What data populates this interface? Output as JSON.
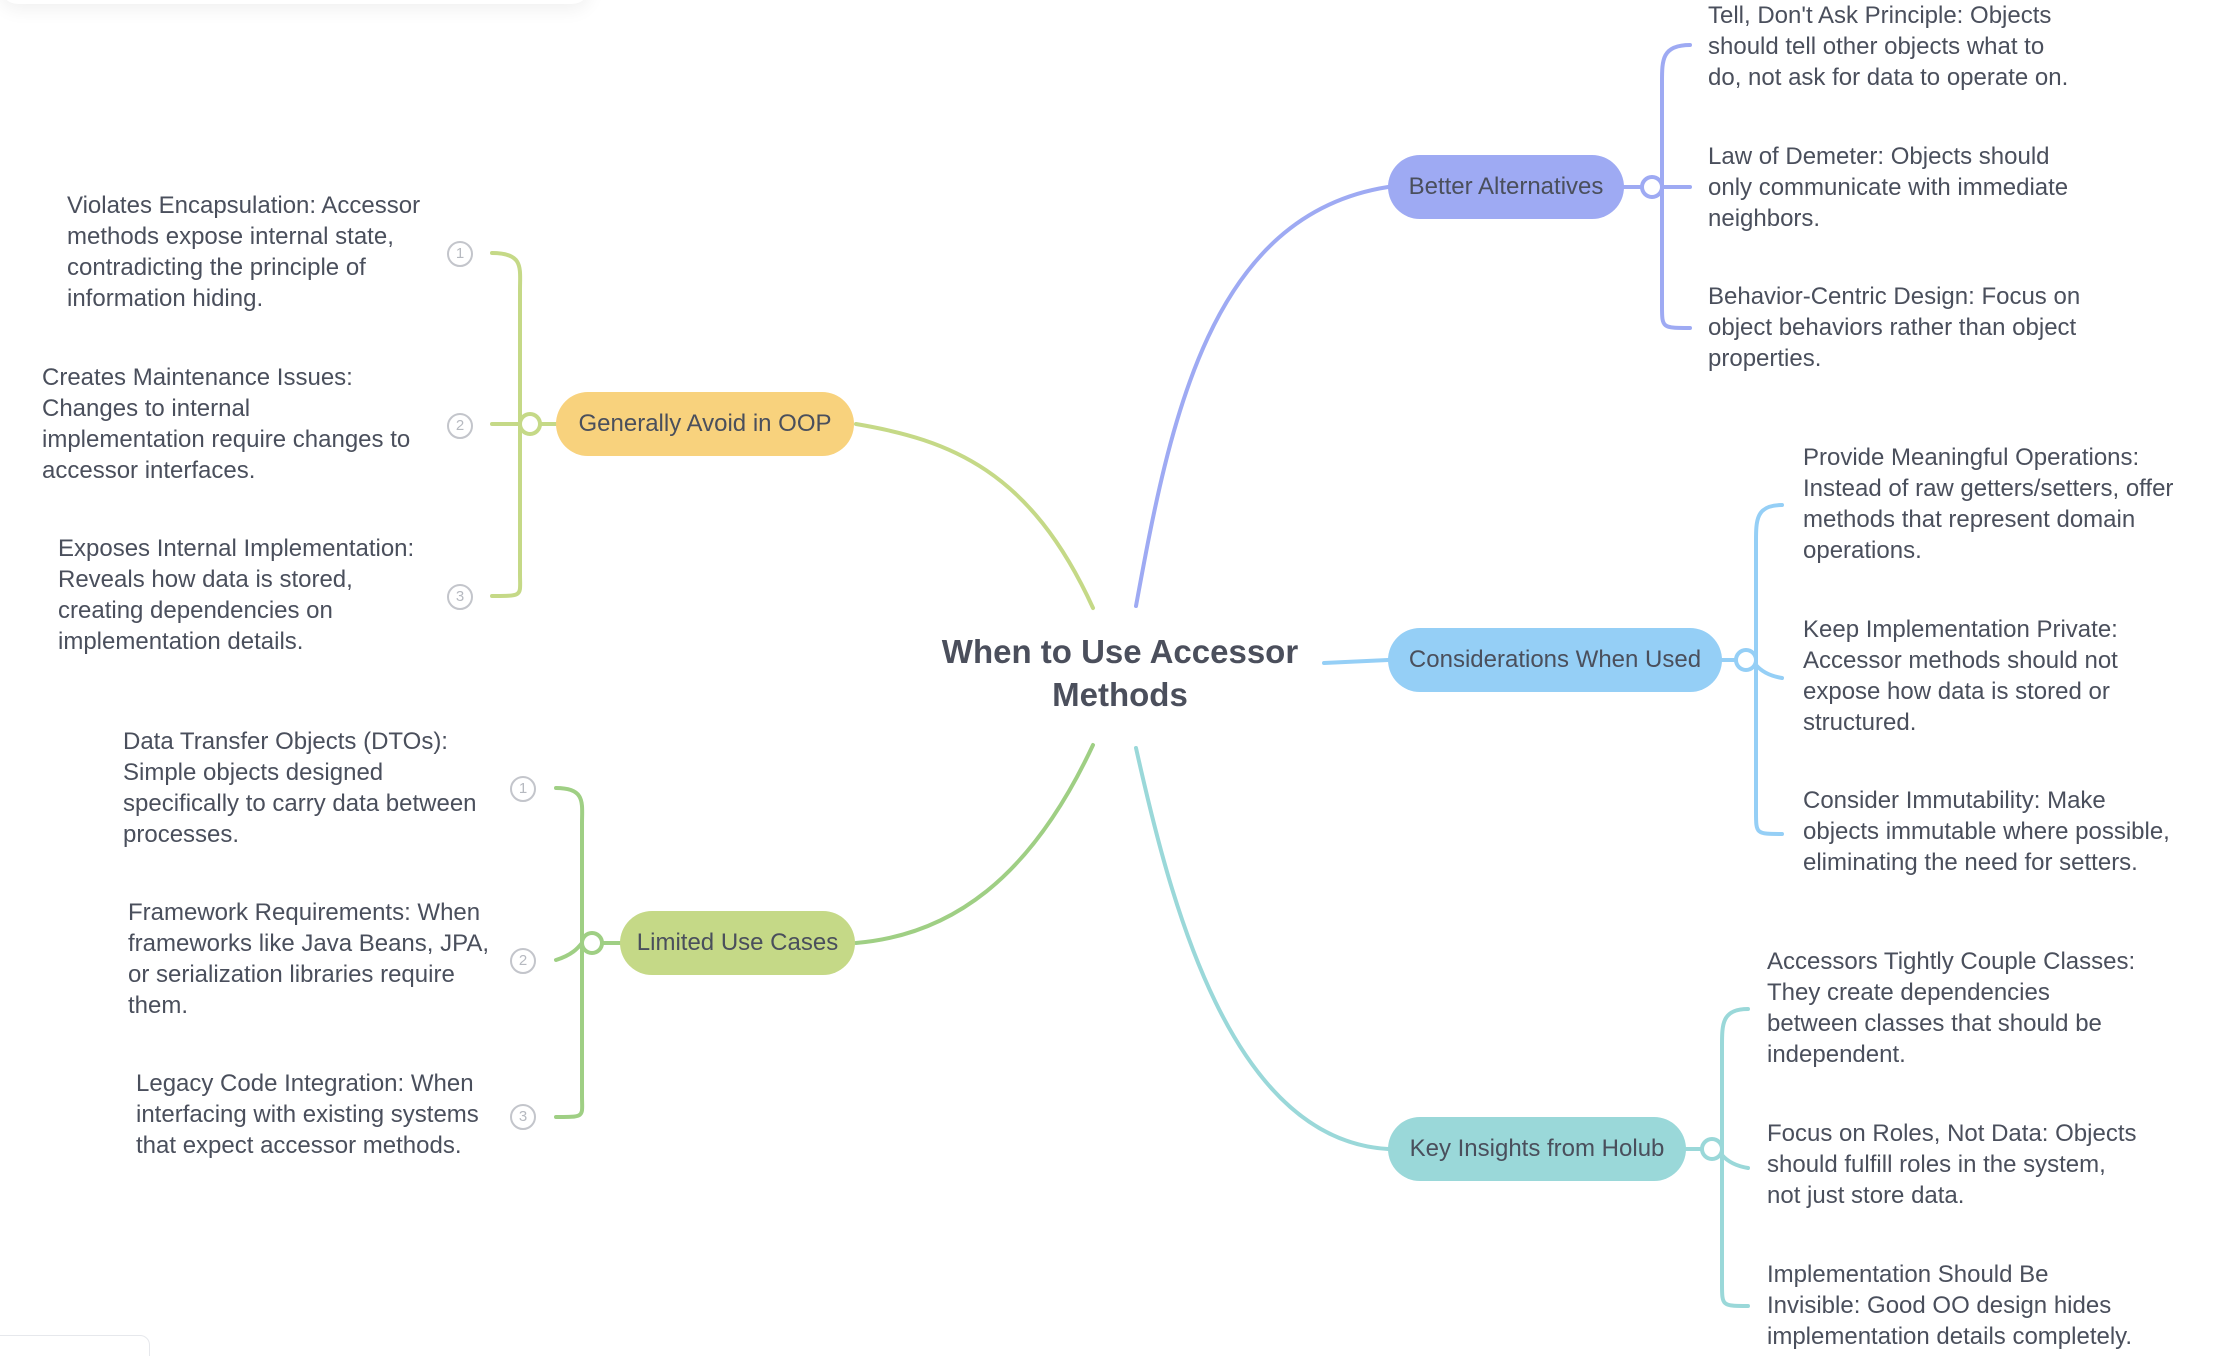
{
  "central_topic": {
    "title_line1": "When to Use Accessor",
    "title_line2": "Methods"
  },
  "colors": {
    "orange": "#f8d27d",
    "lightgreen": "#c5d987",
    "green": "#9fcf84",
    "purple": "#9eaaf3",
    "blue": "#95cff6",
    "teal": "#9ad8d9"
  },
  "branches": {
    "generally_avoid": {
      "label": "Generally Avoid in OOP",
      "children": [
        {
          "number": "1",
          "lines": [
            "Violates Encapsulation: Accessor",
            "methods expose internal state,",
            "contradicting the principle of",
            "information hiding."
          ]
        },
        {
          "number": "2",
          "lines": [
            "Creates Maintenance Issues:",
            "Changes to internal",
            "implementation require changes to",
            "accessor interfaces."
          ]
        },
        {
          "number": "3",
          "lines": [
            "Exposes Internal Implementation:",
            "Reveals how data is stored,",
            "creating dependencies on",
            "implementation details."
          ]
        }
      ]
    },
    "limited_use": {
      "label": "Limited Use Cases",
      "children": [
        {
          "number": "1",
          "lines": [
            "Data Transfer Objects (DTOs):",
            "Simple objects designed",
            "specifically to carry data between",
            "processes."
          ]
        },
        {
          "number": "2",
          "lines": [
            "Framework Requirements: When",
            "frameworks like Java Beans, JPA,",
            "or serialization libraries require",
            "them."
          ]
        },
        {
          "number": "3",
          "lines": [
            "Legacy Code Integration: When",
            "interfacing with existing systems",
            "that expect accessor methods."
          ]
        }
      ]
    },
    "better_alternatives": {
      "label": "Better Alternatives",
      "children": [
        {
          "lines": [
            "Tell, Don't Ask Principle: Objects",
            "should tell other objects what to",
            "do, not ask for data to operate on."
          ]
        },
        {
          "lines": [
            "Law of Demeter: Objects should",
            "only communicate with immediate",
            "neighbors."
          ]
        },
        {
          "lines": [
            "Behavior-Centric Design: Focus on",
            "object behaviors rather than object",
            "properties."
          ]
        }
      ]
    },
    "considerations": {
      "label": "Considerations When Used",
      "children": [
        {
          "lines": [
            "Provide Meaningful Operations:",
            "Instead of raw getters/setters, offer",
            "methods that represent domain",
            "operations."
          ]
        },
        {
          "lines": [
            "Keep Implementation Private:",
            "Accessor methods should not",
            "expose how data is stored or",
            "structured."
          ]
        },
        {
          "lines": [
            "Consider Immutability: Make",
            "objects immutable where possible,",
            "eliminating the need for setters."
          ]
        }
      ]
    },
    "key_insights": {
      "label": "Key Insights from Holub",
      "children": [
        {
          "lines": [
            "Accessors Tightly Couple Classes:",
            "They create dependencies",
            "between classes that should be",
            "independent."
          ]
        },
        {
          "lines": [
            "Focus on Roles, Not Data: Objects",
            "should fulfill roles in the system,",
            "not just store data."
          ]
        },
        {
          "lines": [
            "Implementation Should Be",
            "Invisible: Good OO design hides",
            "implementation details completely."
          ]
        }
      ]
    }
  }
}
